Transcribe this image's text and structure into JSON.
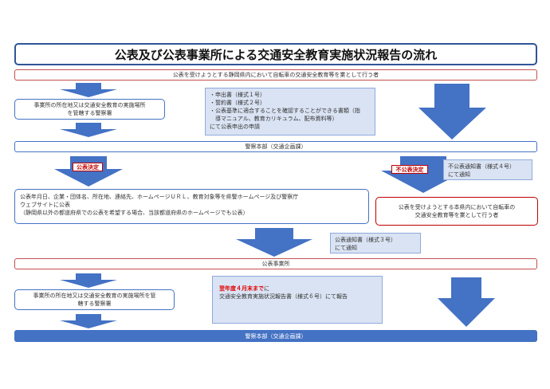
{
  "title": "公表及び公表事業所による交通安全教育実施状況報告の流れ",
  "applicant_bar": "公表を受けようとする静岡県内において自転車の交通安全教育等を業として行う者",
  "police_station_box_1": "事業所の所在地又は交通安全教育の実施場所\nを管轄する警察署",
  "documents": {
    "items": [
      "・申出書（様式１号）",
      "・誓約書（様式２号）",
      "・公表基準に適合することを確認することができる書類（指\n　導マニュアル、教育カリキュラム、配布資料等）"
    ],
    "footer": "にて公表申出の申請"
  },
  "hq_bar_1": "警察本部（交通企画課）",
  "decision_publish_label": "公表決定",
  "decision_reject_label": "不公表決定",
  "reject_notice": "不公表通知書（様式４号）\nにて通知",
  "publication_content": "公表年月日、企業・団体名、所在地、連絡先、ホームページＵＲＬ、教育対象等を県警ホームページ及び警察庁\nウェブサイトに公表\n（静岡県以外の都道府県での公表を希望する場合、当該都道府県のホームページでも公表）",
  "reject_recipient": "公表を受けようとする本県内において自転車の\n交通安全教育等を業として行う者",
  "publish_notice": "公表通知書（様式３号）\nにて通知",
  "published_business_bar": "公表事業所",
  "police_station_box_2": "事業所の所在地又は交通安全教育の実施場所を管\n轄する警察署",
  "report": {
    "deadline": "翌年度４月末まで",
    "deadline_suffix": "に",
    "text": "交通安全教育実施状況報告書（様式６号）にて報告"
  },
  "hq_bar_2": "警察本部（交通企画課）",
  "colors": {
    "arrow": "#4472c4",
    "red": "#c00000",
    "note_bg": "#dae3f3",
    "title_border": "#2f5597"
  }
}
